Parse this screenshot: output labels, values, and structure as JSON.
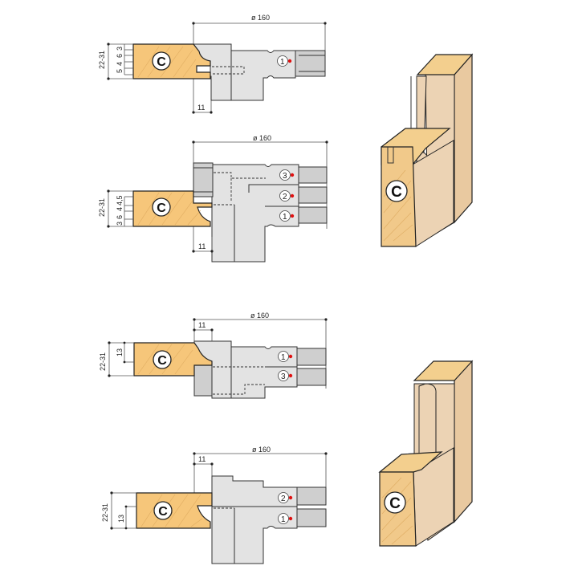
{
  "title": "Cutter set assembly diagrams — profile C",
  "diagrams": [
    {
      "id": "setup-1",
      "diameter_label": "ø 160",
      "height_label": "22-31",
      "stack_labels": [
        "3",
        "6",
        "4",
        "5"
      ],
      "offset_label": "11",
      "profile_badge": "C",
      "cutters": [
        "1"
      ]
    },
    {
      "id": "setup-2",
      "diameter_label": "ø 160",
      "height_label": "22-31",
      "stack_labels": [
        "4,5",
        "4",
        "6",
        "3"
      ],
      "offset_label": "11",
      "profile_badge": "C",
      "cutters": [
        "3",
        "2",
        "1"
      ]
    },
    {
      "id": "setup-3",
      "diameter_label": "ø 160",
      "height_label": "22-31",
      "stack_labels": [
        "13"
      ],
      "offset_label": "11",
      "profile_badge": "C",
      "cutters": [
        "1",
        "3"
      ]
    },
    {
      "id": "setup-4",
      "diameter_label": "ø 160",
      "height_label": "22-31",
      "stack_labels": [
        "13"
      ],
      "offset_label": "11",
      "profile_badge": "C",
      "cutters": [
        "2",
        "1"
      ]
    }
  ],
  "illustrations": [
    {
      "id": "frame-with-groove",
      "profile_badge": "C"
    },
    {
      "id": "frame-with-rebate",
      "profile_badge": "C"
    }
  ],
  "colors": {
    "wood": "#f6c67a",
    "tool": "#e3e3e3",
    "marker": "#e01010"
  }
}
